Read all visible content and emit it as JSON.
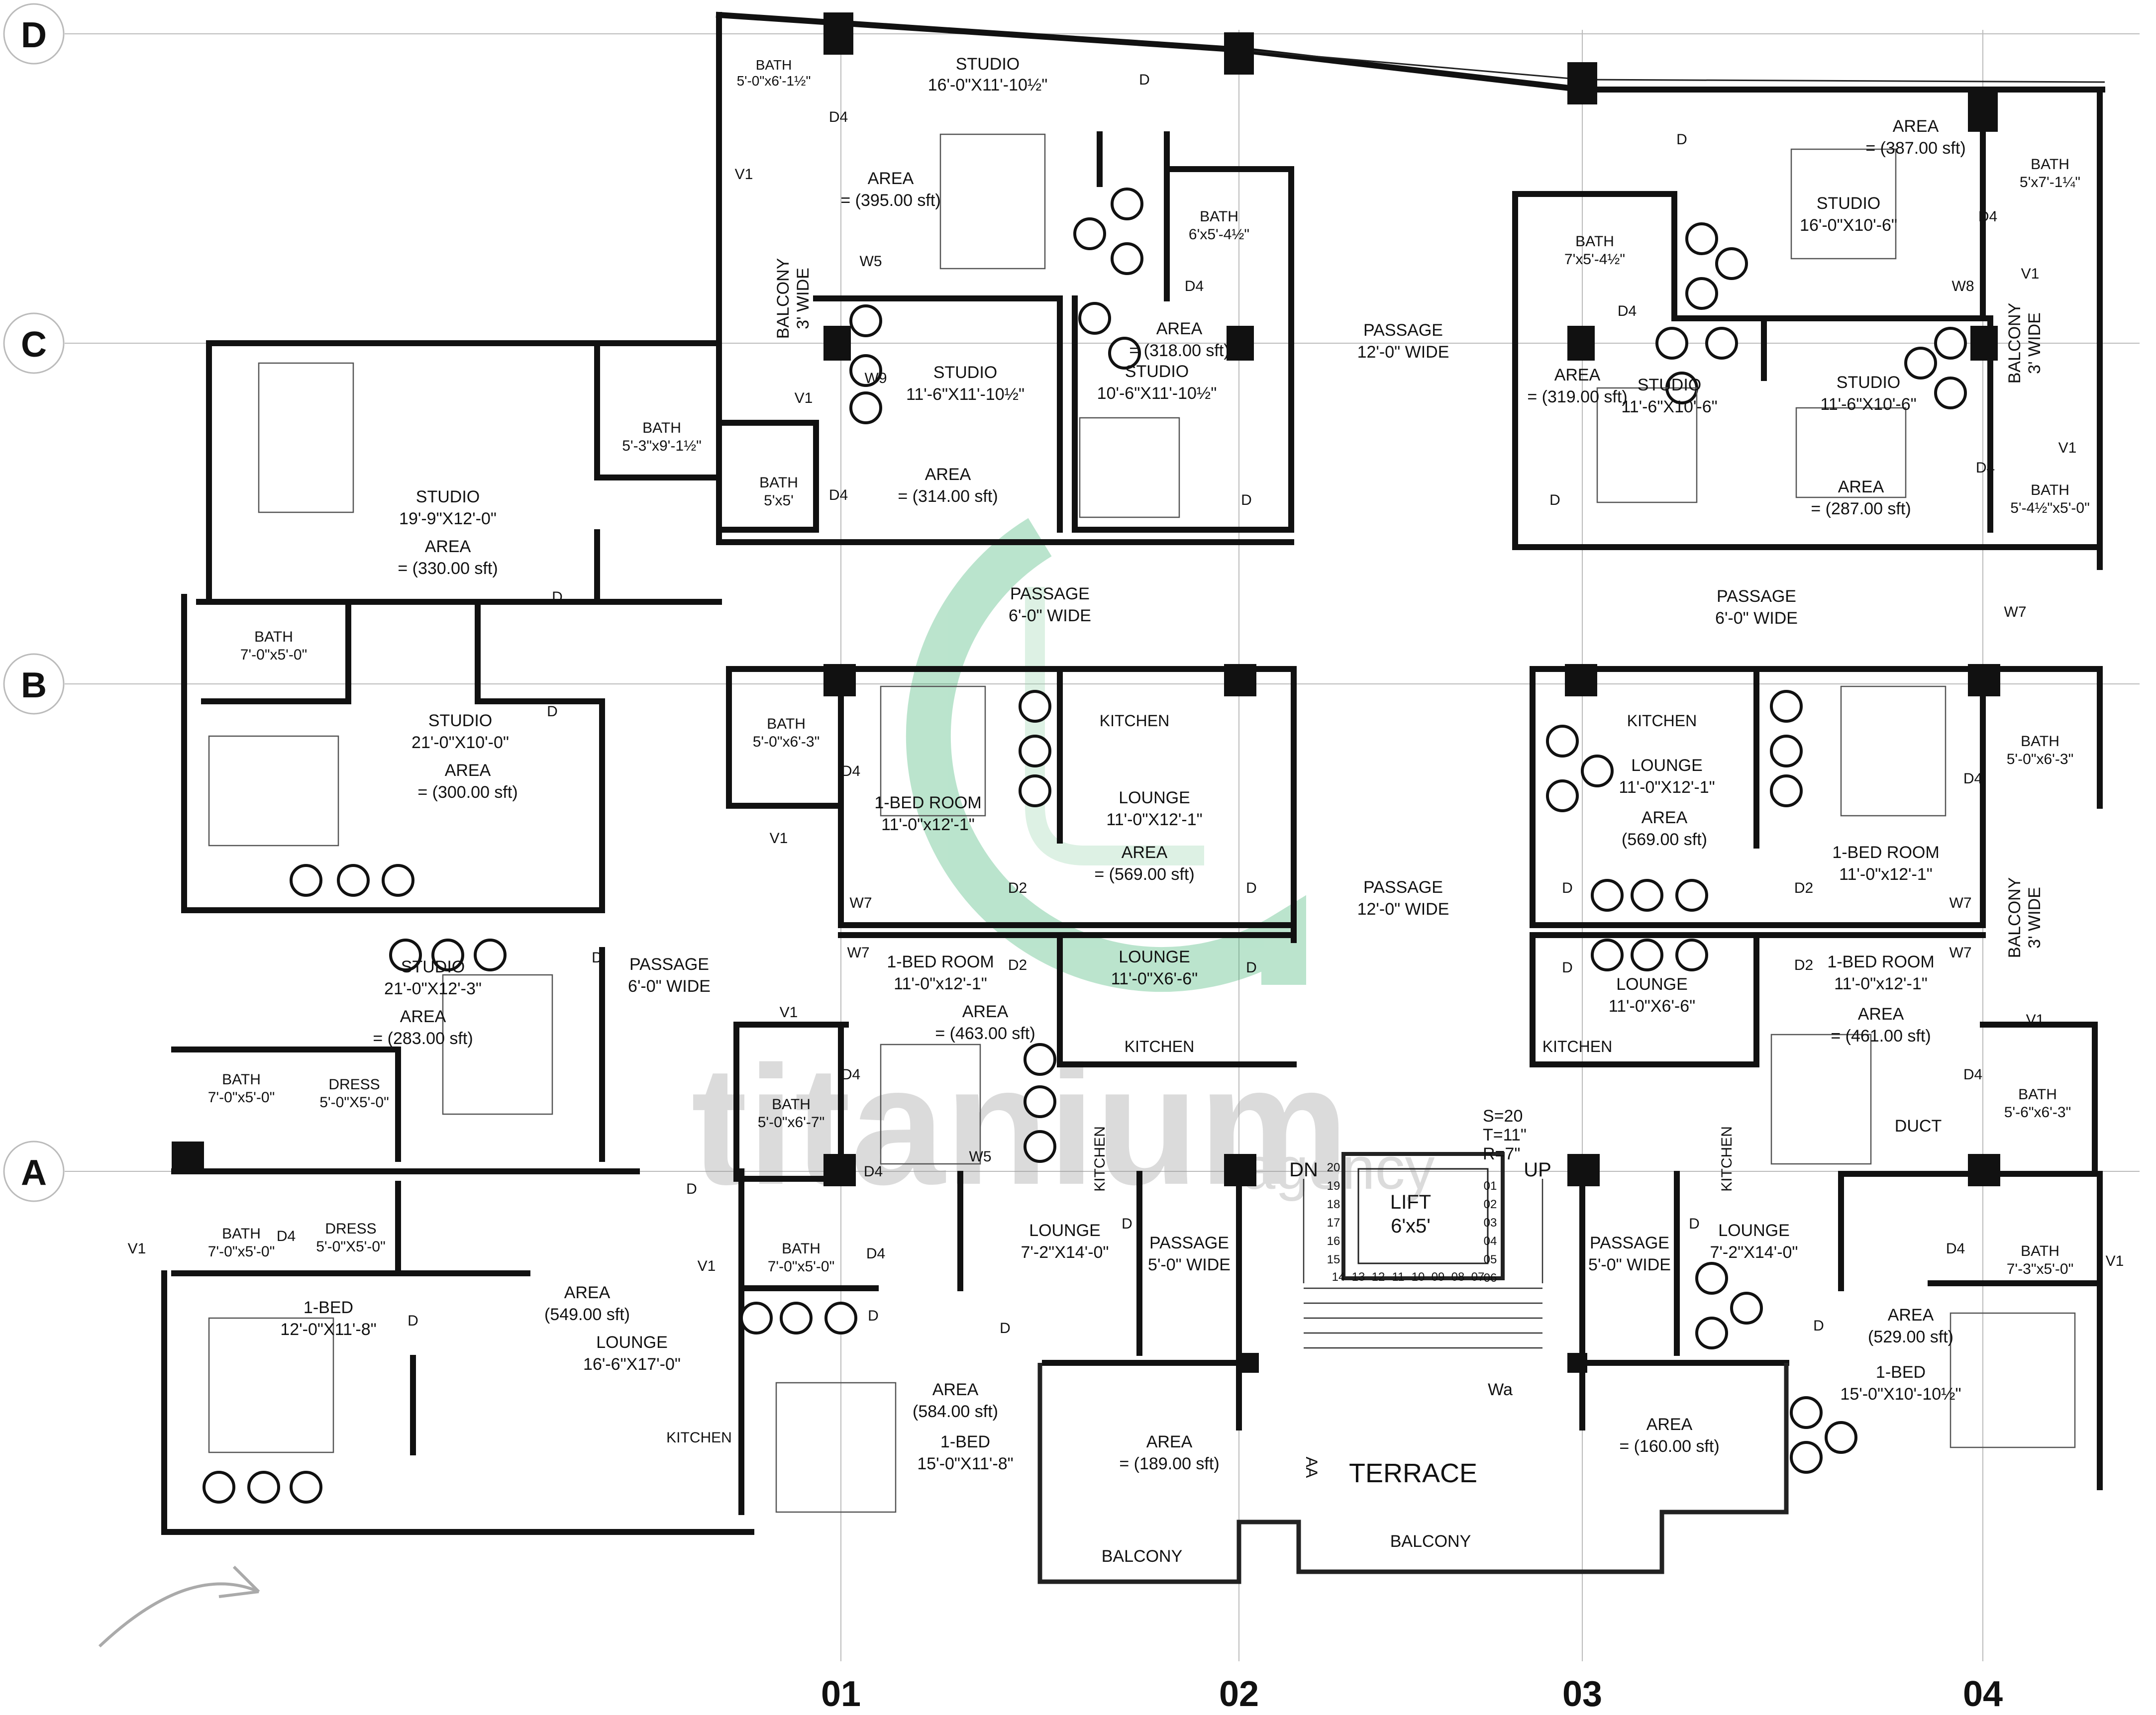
{
  "axes": {
    "rows": [
      {
        "id": "row-d",
        "label": "D"
      },
      {
        "id": "row-c",
        "label": "C"
      },
      {
        "id": "row-b",
        "label": "B"
      },
      {
        "id": "row-a",
        "label": "A"
      }
    ],
    "cols": [
      {
        "id": "col-01",
        "label": "01"
      },
      {
        "id": "col-02",
        "label": "02"
      },
      {
        "id": "col-03",
        "label": "03"
      },
      {
        "id": "col-04",
        "label": "04"
      }
    ]
  },
  "watermark": {
    "text": "titanium",
    "subtext": "agency",
    "accent_color": "#3cb371"
  },
  "labels": [
    {
      "id": "studio-top",
      "lines": [
        "STUDIO",
        "16'-0\"X11'-10½\""
      ]
    },
    {
      "id": "bath-top-left",
      "lines": [
        "BATH",
        "5'-0\"x6'-1½\""
      ]
    },
    {
      "id": "area-395",
      "lines": [
        "AREA",
        "= (395.00 sft)"
      ]
    },
    {
      "id": "bath-6x5",
      "lines": [
        "BATH",
        "6'x5'-4½\""
      ]
    },
    {
      "id": "balcony-3-left",
      "lines": [
        "BALCONY",
        "3' WIDE"
      ]
    },
    {
      "id": "studio-11-6-a",
      "lines": [
        "STUDIO",
        "11'-6\"X11'-10½\""
      ]
    },
    {
      "id": "area-318",
      "lines": [
        "AREA",
        "= (318.00 sft)"
      ]
    },
    {
      "id": "studio-10-6",
      "lines": [
        "STUDIO",
        "10'-6\"X11'-10½\""
      ]
    },
    {
      "id": "area-314",
      "lines": [
        "AREA",
        "= (314.00 sft)"
      ]
    },
    {
      "id": "bath-5x5",
      "lines": [
        "BATH",
        "5'x5'"
      ]
    },
    {
      "id": "bath-5-3",
      "lines": [
        "BATH",
        "5'-3\"x9'-1½\""
      ]
    },
    {
      "id": "studio-19-9",
      "lines": [
        "STUDIO",
        "19'-9\"X12'-0\""
      ]
    },
    {
      "id": "area-330",
      "lines": [
        "AREA",
        "= (330.00 sft)"
      ]
    },
    {
      "id": "passage-12-top",
      "lines": [
        "PASSAGE",
        "12'-0\" WIDE"
      ]
    },
    {
      "id": "area-387",
      "lines": [
        "AREA",
        "= (387.00 sft)"
      ]
    },
    {
      "id": "studio-16-10-6",
      "lines": [
        "STUDIO",
        "16'-0\"X10'-6\""
      ]
    },
    {
      "id": "bath-5x7",
      "lines": [
        "BATH",
        "5'x7'-1¼\""
      ]
    },
    {
      "id": "bath-7x5",
      "lines": [
        "BATH",
        "7'x5'-4½\""
      ]
    },
    {
      "id": "area-319",
      "lines": [
        "AREA",
        "= (319.00 sft)"
      ]
    },
    {
      "id": "studio-11-6-b",
      "lines": [
        "STUDIO",
        "11'-6\"X10'-6\""
      ]
    },
    {
      "id": "studio-11-6-c",
      "lines": [
        "STUDIO",
        "11'-6\"X10'-6\""
      ]
    },
    {
      "id": "balcony-3-right",
      "lines": [
        "BALCONY",
        "3' WIDE"
      ]
    },
    {
      "id": "area-287",
      "lines": [
        "AREA",
        "= (287.00 sft)"
      ]
    },
    {
      "id": "bath-5-4",
      "lines": [
        "BATH",
        "5'-4½\"x5'-0\""
      ]
    },
    {
      "id": "passage-6-mid",
      "lines": [
        "PASSAGE",
        "6'-0\" WIDE"
      ]
    },
    {
      "id": "passage-6-right",
      "lines": [
        "PASSAGE",
        "6'-0\" WIDE"
      ]
    },
    {
      "id": "bath-7x5-left",
      "lines": [
        "BATH",
        "7'-0\"x5'-0\""
      ]
    },
    {
      "id": "studio-21-10",
      "lines": [
        "STUDIO",
        "21'-0\"X10'-0\""
      ]
    },
    {
      "id": "area-300",
      "lines": [
        "AREA",
        "= (300.00 sft)"
      ]
    },
    {
      "id": "bath-5x6-3-a",
      "lines": [
        "BATH",
        "5'-0\"x6'-3\""
      ]
    },
    {
      "id": "kitchen-b1",
      "lines": [
        "KITCHEN"
      ]
    },
    {
      "id": "bed-room-a",
      "lines": [
        "1-BED ROOM",
        "11'-0\"x12'-1\""
      ]
    },
    {
      "id": "lounge-a",
      "lines": [
        "LOUNGE",
        "11'-0\"X12'-1\""
      ]
    },
    {
      "id": "area-569-a",
      "lines": [
        "AREA",
        "= (569.00 sft)"
      ]
    },
    {
      "id": "passage-12-mid",
      "lines": [
        "PASSAGE",
        "12'-0\" WIDE"
      ]
    },
    {
      "id": "kitchen-b2",
      "lines": [
        "KITCHEN"
      ]
    },
    {
      "id": "lounge-b",
      "lines": [
        "LOUNGE",
        "11'-0\"X12'-1\""
      ]
    },
    {
      "id": "area-569-b",
      "lines": [
        "AREA",
        "(569.00 sft)"
      ]
    },
    {
      "id": "bed-room-b",
      "lines": [
        "1-BED ROOM",
        "11'-0\"x12'-1\""
      ]
    },
    {
      "id": "bath-5x6-3-b",
      "lines": [
        "BATH",
        "5'-0\"x6'-3\""
      ]
    },
    {
      "id": "balcony-3-right2",
      "lines": [
        "BALCONY",
        "3' WIDE"
      ]
    },
    {
      "id": "studio-21-12",
      "lines": [
        "STUDIO",
        "21'-0\"X12'-3\""
      ]
    },
    {
      "id": "area-283",
      "lines": [
        "AREA",
        "= (283.00 sft)"
      ]
    },
    {
      "id": "passage-6-left",
      "lines": [
        "PASSAGE",
        "6'-0\" WIDE"
      ]
    },
    {
      "id": "bed-room-c",
      "lines": [
        "1-BED ROOM",
        "11'-0\"x12'-1\""
      ]
    },
    {
      "id": "lounge-c",
      "lines": [
        "LOUNGE",
        "11'-0\"X6'-6\""
      ]
    },
    {
      "id": "area-463",
      "lines": [
        "AREA",
        "= (463.00 sft)"
      ]
    },
    {
      "id": "kitchen-c",
      "lines": [
        "KITCHEN"
      ]
    },
    {
      "id": "lounge-d",
      "lines": [
        "LOUNGE",
        "11'-0\"X6'-6\""
      ]
    },
    {
      "id": "kitchen-d",
      "lines": [
        "KITCHEN"
      ]
    },
    {
      "id": "bed-room-d",
      "lines": [
        "1-BED ROOM",
        "11'-0\"x12'-1\""
      ]
    },
    {
      "id": "area-461",
      "lines": [
        "AREA",
        "= (461.00 sft)"
      ]
    },
    {
      "id": "bath-5-6",
      "lines": [
        "BATH",
        "5'-6\"x6'-3\""
      ]
    },
    {
      "id": "duct",
      "lines": [
        "DUCT"
      ]
    },
    {
      "id": "bath-7-dress-a",
      "lines": [
        "BATH",
        "7'-0\"x5'-0\""
      ]
    },
    {
      "id": "dress-a",
      "lines": [
        "DRESS",
        "5'-0\"X5'-0\""
      ]
    },
    {
      "id": "bath-5x6-7",
      "lines": [
        "BATH",
        "5'-0\"x6'-7\""
      ]
    },
    {
      "id": "stair-info",
      "lines": [
        "S=20",
        "T=11\"",
        "R=7\""
      ]
    },
    {
      "id": "lift",
      "lines": [
        "LIFT",
        "6'x5'"
      ]
    },
    {
      "id": "bath-7-dress-b",
      "lines": [
        "BATH",
        "7'-0\"x5'-0\""
      ]
    },
    {
      "id": "dress-b",
      "lines": [
        "DRESS",
        "5'-0\"X5'-0\""
      ]
    },
    {
      "id": "bed-1-left",
      "lines": [
        "1-BED",
        "12'-0\"X11'-8\""
      ]
    },
    {
      "id": "area-549",
      "lines": [
        "AREA",
        "(549.00 sft)"
      ]
    },
    {
      "id": "lounge-16-6",
      "lines": [
        "LOUNGE",
        "16'-6\"X17'-0\""
      ]
    },
    {
      "id": "bath-7x5-mid",
      "lines": [
        "BATH",
        "7'-0\"x5'-0\""
      ]
    },
    {
      "id": "lounge-7-2-a",
      "lines": [
        "LOUNGE",
        "7'-2\"X14'-0\""
      ]
    },
    {
      "id": "passage-5-a",
      "lines": [
        "PASSAGE",
        "5'-0\" WIDE"
      ]
    },
    {
      "id": "passage-5-b",
      "lines": [
        "PASSAGE",
        "5'-0\" WIDE"
      ]
    },
    {
      "id": "lounge-7-2-b",
      "lines": [
        "LOUNGE",
        "7'-2\"X14'-0\""
      ]
    },
    {
      "id": "bath-7-3",
      "lines": [
        "BATH",
        "7'-3\"x5'-0\""
      ]
    },
    {
      "id": "area-529",
      "lines": [
        "AREA",
        "(529.00 sft)"
      ]
    },
    {
      "id": "bed-1-right",
      "lines": [
        "1-BED",
        "15'-0\"X10'-10½\""
      ]
    },
    {
      "id": "area-584",
      "lines": [
        "AREA",
        "(584.00 sft)"
      ]
    },
    {
      "id": "bed-1-mid",
      "lines": [
        "1-BED",
        "15'-0\"X11'-8\""
      ]
    },
    {
      "id": "area-189",
      "lines": [
        "AREA",
        "= (189.00 sft)"
      ]
    },
    {
      "id": "area-160",
      "lines": [
        "AREA",
        "= (160.00 sft)"
      ]
    },
    {
      "id": "balcony-bottom-a",
      "lines": [
        "BALCONY"
      ]
    },
    {
      "id": "balcony-bottom-b",
      "lines": [
        "BALCONY"
      ]
    },
    {
      "id": "kitchen-left",
      "lines": [
        "KITCHEN"
      ]
    }
  ],
  "terrace": "TERRACE",
  "stair_dn": "DN",
  "stair_up": "UP",
  "stair_aa": "AA",
  "window_wa": "Wa",
  "stair_numbers_right": [
    "01",
    "02",
    "03",
    "04",
    "05",
    "06"
  ],
  "stair_numbers_left": [
    "20",
    "19",
    "18",
    "17",
    "16",
    "15"
  ],
  "stair_numbers_bottom": [
    "14",
    "13",
    "12",
    "11",
    "10",
    "09",
    "08",
    "07"
  ],
  "tags": [
    {
      "id": "t1",
      "text": "D4"
    },
    {
      "id": "t2",
      "text": "D"
    },
    {
      "id": "t3",
      "text": "V1"
    },
    {
      "id": "t4",
      "text": "W5"
    },
    {
      "id": "t5",
      "text": "D4"
    },
    {
      "id": "t6",
      "text": "W9"
    },
    {
      "id": "t7",
      "text": "V1"
    },
    {
      "id": "t8",
      "text": "D4"
    },
    {
      "id": "t9",
      "text": "D"
    },
    {
      "id": "t10",
      "text": "D"
    },
    {
      "id": "t11",
      "text": "D"
    },
    {
      "id": "t12",
      "text": "D4"
    },
    {
      "id": "t13",
      "text": "W8"
    },
    {
      "id": "t14",
      "text": "V1"
    },
    {
      "id": "t15",
      "text": "D4"
    },
    {
      "id": "t16",
      "text": "D"
    },
    {
      "id": "t17",
      "text": "D4"
    },
    {
      "id": "t18",
      "text": "V1"
    },
    {
      "id": "t19",
      "text": "W7"
    },
    {
      "id": "t20",
      "text": "D"
    },
    {
      "id": "t21",
      "text": "D4"
    },
    {
      "id": "t22",
      "text": "V1"
    },
    {
      "id": "t23",
      "text": "W7"
    },
    {
      "id": "t24",
      "text": "D2"
    },
    {
      "id": "t25",
      "text": "D"
    },
    {
      "id": "t26",
      "text": "D"
    },
    {
      "id": "t27",
      "text": "D2"
    },
    {
      "id": "t28",
      "text": "W7"
    },
    {
      "id": "t29",
      "text": "D4"
    },
    {
      "id": "t30",
      "text": "D"
    },
    {
      "id": "t31",
      "text": "W7"
    },
    {
      "id": "t32",
      "text": "D2"
    },
    {
      "id": "t33",
      "text": "D"
    },
    {
      "id": "t34",
      "text": "D"
    },
    {
      "id": "t35",
      "text": "D2"
    },
    {
      "id": "t36",
      "text": "W7"
    },
    {
      "id": "t37",
      "text": "V1"
    },
    {
      "id": "t38",
      "text": "D4"
    },
    {
      "id": "t39",
      "text": "D4"
    },
    {
      "id": "t40",
      "text": "V1"
    },
    {
      "id": "t41",
      "text": "D4"
    },
    {
      "id": "t42",
      "text": "W5"
    },
    {
      "id": "t43",
      "text": "V1"
    },
    {
      "id": "t44",
      "text": "D4"
    },
    {
      "id": "t45",
      "text": "D"
    },
    {
      "id": "t46",
      "text": "V1"
    },
    {
      "id": "t47",
      "text": "D4"
    },
    {
      "id": "t48",
      "text": "D"
    },
    {
      "id": "t49",
      "text": "D"
    },
    {
      "id": "t50",
      "text": "D"
    },
    {
      "id": "t51",
      "text": "D4"
    },
    {
      "id": "t52",
      "text": "V1"
    },
    {
      "id": "t53",
      "text": "D"
    },
    {
      "id": "t54",
      "text": "D"
    },
    {
      "id": "t55",
      "text": "D"
    },
    {
      "id": "t56",
      "text": "KITCHEN"
    },
    {
      "id": "t57",
      "text": "KITCHEN"
    }
  ]
}
